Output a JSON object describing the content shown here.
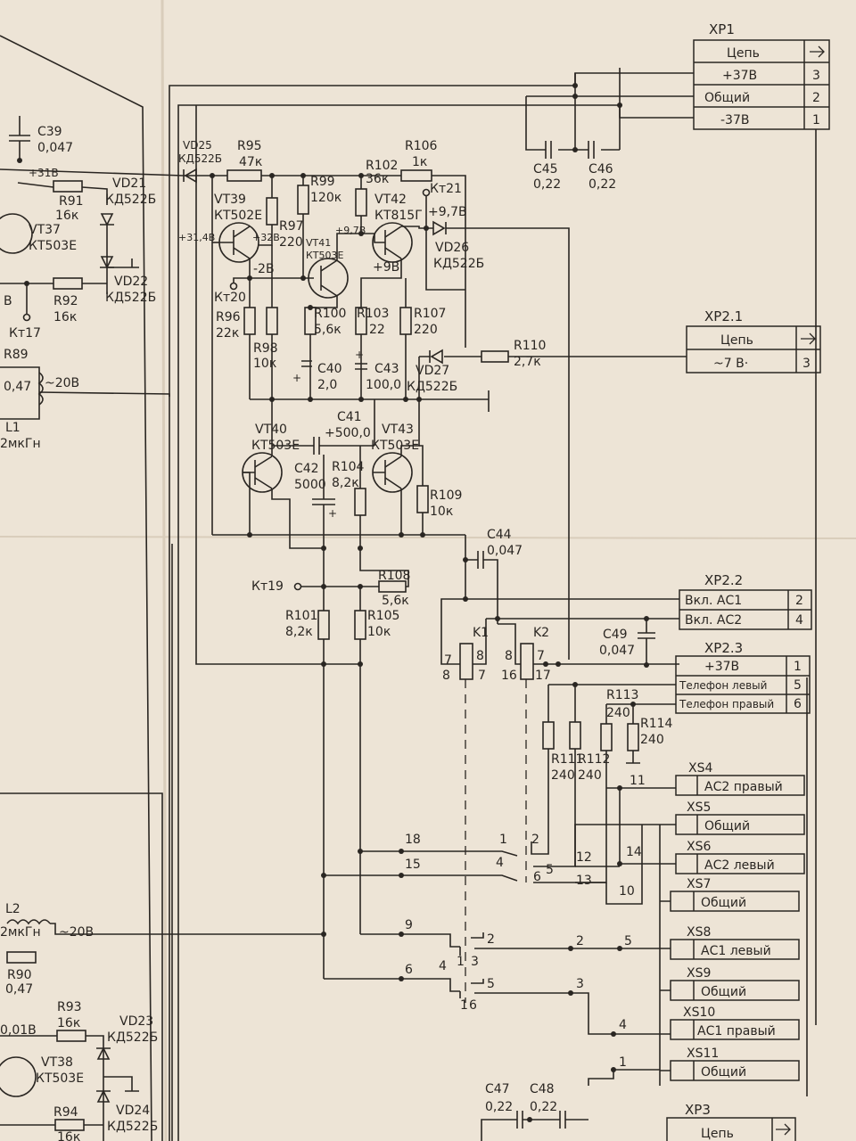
{
  "palette": {
    "paper": "#ede4d6",
    "ink": "#2a2622",
    "fold": "#d9cdbb"
  },
  "connectors": {
    "xp1": {
      "ref": "XP1",
      "header": "Цепь",
      "rows": [
        {
          "label": "+37В",
          "pin": "3"
        },
        {
          "label": "Общий",
          "pin": "2"
        },
        {
          "label": "-37В",
          "pin": "1"
        }
      ]
    },
    "xp21": {
      "ref": "XP2.1",
      "header": "Цепь",
      "rows": [
        {
          "label": "~7 В·",
          "pin": "3"
        }
      ]
    },
    "xp22": {
      "ref": "XP2.2",
      "rows": [
        {
          "label": "Вкл. АС1",
          "pin": "2"
        },
        {
          "label": "Вкл. АС2",
          "pin": "4"
        }
      ]
    },
    "xp23": {
      "ref": "XP2.3",
      "rows": [
        {
          "label": "+37В",
          "pin": "1"
        },
        {
          "label": "Телефон левый",
          "pin": "5"
        },
        {
          "label": "Телефон правый",
          "pin": "6"
        }
      ]
    },
    "xp3": {
      "ref": "XP3",
      "header": "Цепь"
    }
  },
  "sockets": [
    {
      "ref": "XS4",
      "label": "АС2 правый"
    },
    {
      "ref": "XS5",
      "label": "Общий"
    },
    {
      "ref": "XS6",
      "label": "АС2 левый"
    },
    {
      "ref": "XS7",
      "label": "Общий"
    },
    {
      "ref": "XS8",
      "label": "АС1 левый"
    },
    {
      "ref": "XS9",
      "label": "Общий"
    },
    {
      "ref": "XS10",
      "label": "АС1 правый"
    },
    {
      "ref": "XS11",
      "label": "Общий"
    }
  ],
  "transistors": [
    {
      "ref": "VT39",
      "type": "КТ502Е"
    },
    {
      "ref": "VT41",
      "type": "КТ503Е"
    },
    {
      "ref": "VT42",
      "type": "КТ815Г"
    },
    {
      "ref": "VT40",
      "type": "КТ503Е"
    },
    {
      "ref": "VT43",
      "type": "КТ503Е"
    },
    {
      "ref": "VT37",
      "type": "КТ503Е"
    },
    {
      "ref": "VT38",
      "type": "КТ503Е"
    }
  ],
  "diodes": [
    {
      "ref": "VD25",
      "type": "КД522Б"
    },
    {
      "ref": "VD26",
      "type": "КД522Б"
    },
    {
      "ref": "VD27",
      "type": "КД522Б"
    },
    {
      "ref": "VD21",
      "type": "КД522Б"
    },
    {
      "ref": "VD22",
      "type": "КД522Б"
    },
    {
      "ref": "VD23",
      "type": "КД522Б"
    },
    {
      "ref": "VD24",
      "type": "КД522Б"
    }
  ],
  "resistors": [
    {
      "ref": "R95",
      "value": "47к"
    },
    {
      "ref": "R106",
      "value": "1к"
    },
    {
      "ref": "R102",
      "value": "36к"
    },
    {
      "ref": "R99",
      "value": "120к"
    },
    {
      "ref": "R97",
      "value": "220"
    },
    {
      "ref": "R96",
      "value": "22к"
    },
    {
      "ref": "R98",
      "value": "10к"
    },
    {
      "ref": "R100",
      "value": "5,6к"
    },
    {
      "ref": "R103",
      "value": "22"
    },
    {
      "ref": "R107",
      "value": "220"
    },
    {
      "ref": "R110",
      "value": "2,7к"
    },
    {
      "ref": "R104",
      "value": "8,2к"
    },
    {
      "ref": "R109",
      "value": "10к"
    },
    {
      "ref": "R108",
      "value": "5,6к"
    },
    {
      "ref": "R101",
      "value": "8,2к"
    },
    {
      "ref": "R105",
      "value": "10к"
    },
    {
      "ref": "R111",
      "value": "240"
    },
    {
      "ref": "R112",
      "value": "240"
    },
    {
      "ref": "R113",
      "value": "240"
    },
    {
      "ref": "R114",
      "value": "240"
    },
    {
      "ref": "R91",
      "value": "16к"
    },
    {
      "ref": "R92",
      "value": "16к"
    },
    {
      "ref": "R93",
      "value": "16к"
    },
    {
      "ref": "R94",
      "value": "16к"
    },
    {
      "ref": "R90",
      "value": "0,47"
    },
    {
      "ref": "R89",
      "value": ""
    }
  ],
  "capacitors": [
    {
      "ref": "C39",
      "value": "0,047"
    },
    {
      "ref": "C45",
      "value": "0,22"
    },
    {
      "ref": "C46",
      "value": "0,22"
    },
    {
      "ref": "C40",
      "value": "2,0"
    },
    {
      "ref": "C43",
      "value": "100,0"
    },
    {
      "ref": "C41",
      "value": "+500,0"
    },
    {
      "ref": "C42",
      "value": "5000"
    },
    {
      "ref": "C44",
      "value": "0,047"
    },
    {
      "ref": "C49",
      "value": "0,047"
    },
    {
      "ref": "C47",
      "value": "0,22"
    },
    {
      "ref": "C48",
      "value": "0,22"
    }
  ],
  "inductors": [
    {
      "ref": "L1",
      "value": "2мкГн"
    },
    {
      "ref": "L2",
      "value": "2мкГн"
    }
  ],
  "relays": [
    {
      "ref": "K1"
    },
    {
      "ref": "K2"
    }
  ],
  "test_points": [
    "Кт17",
    "Кт19",
    "Кт20",
    "Кт21"
  ],
  "voltages": {
    "v31": "+31В",
    "v31_4": "+31,4В",
    "v32": "+32В",
    "v_m2": "-2В",
    "v9_7a": "+9,7В",
    "v9_7b": "+9,7В",
    "v9": "+9В",
    "v20": "~20В",
    "v20b": "~20В",
    "v01": "0,01В"
  },
  "texts": {
    "l_ul1": "0,47",
    "frag_b": "В"
  },
  "pins": {
    "p18": "18",
    "p15": "15",
    "p9": "9",
    "p6": "6",
    "p4a": "4",
    "p1a": "1",
    "p2a": "2",
    "p5a": "5",
    "p12": "12",
    "p13": "13",
    "p14": "14",
    "p10": "10",
    "p11": "11",
    "p2b": "2",
    "p5b": "5",
    "p3": "3",
    "p4b": "4",
    "p1b": "1",
    "p1c": "1",
    "p2c": "2",
    "p3c": "3",
    "p4c": "4",
    "p5c": "5",
    "p6c": "6",
    "k7a": "7",
    "k8a": "8",
    "k8b": "8",
    "k7b": "7",
    "k8c": "8",
    "k7c": "7",
    "k16": "16",
    "k17": "17"
  }
}
